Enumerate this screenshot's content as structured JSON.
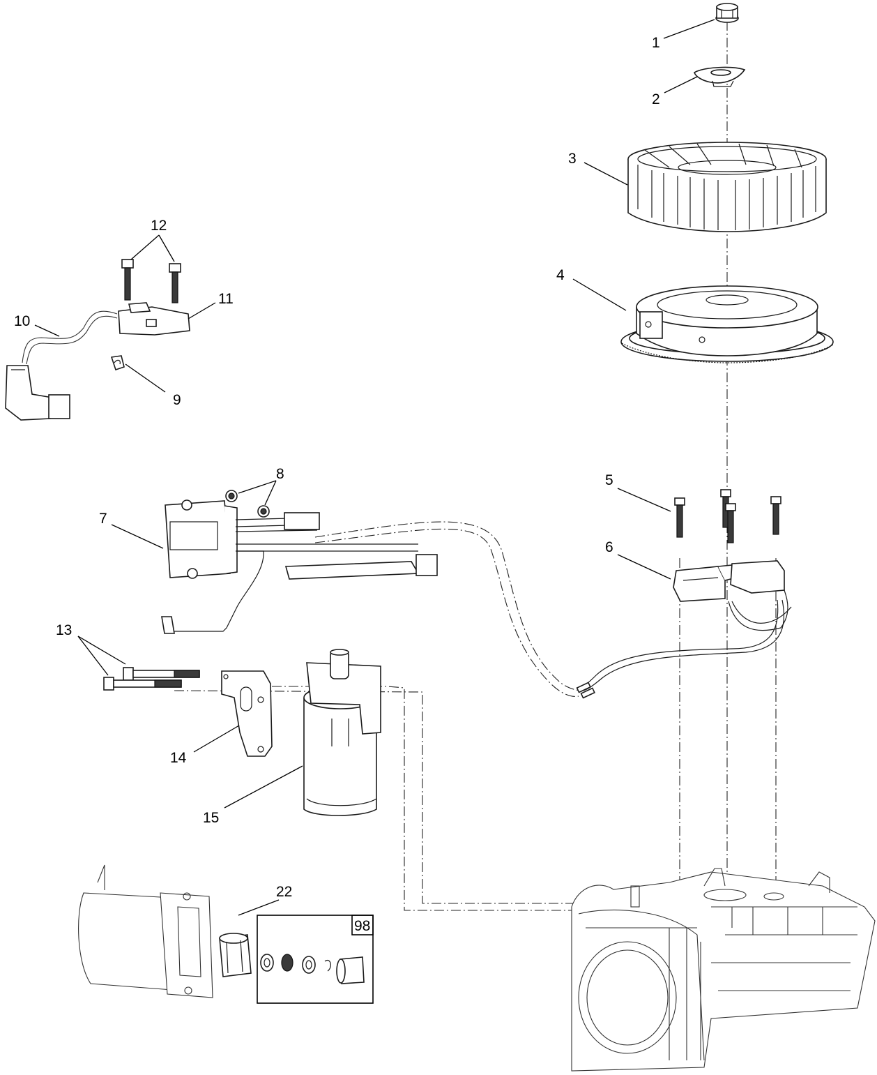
{
  "diagram": {
    "callouts": {
      "c1": "1",
      "c2": "2",
      "c3": "3",
      "c4": "4",
      "c5": "5",
      "c6": "6",
      "c7": "7",
      "c8": "8",
      "c9": "9",
      "c10": "10",
      "c11": "11",
      "c12": "12",
      "c13": "13",
      "c14": "14",
      "c15": "15",
      "c22": "22",
      "c98": "98"
    }
  }
}
